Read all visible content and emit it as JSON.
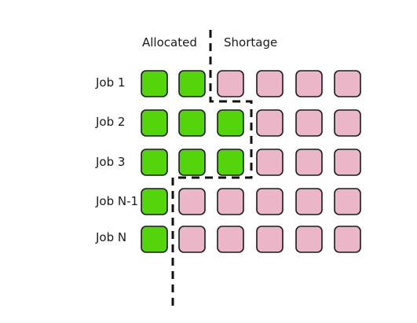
{
  "headers": {
    "allocated": "Allocated",
    "shortage": "Shortage"
  },
  "jobs": [
    {
      "label": "Job 1",
      "allocated": 2
    },
    {
      "label": "Job 2",
      "allocated": 3
    },
    {
      "label": "Job 3",
      "allocated": 3
    },
    {
      "label": "Job N-1",
      "allocated": 1
    },
    {
      "label": "Job N",
      "allocated": 1
    }
  ],
  "columns": 6,
  "colors": {
    "allocated_fill": "#54d40a",
    "shortage_fill": "#ebb6c8",
    "stroke": "#1a1a1a",
    "divider": "#111111"
  }
}
